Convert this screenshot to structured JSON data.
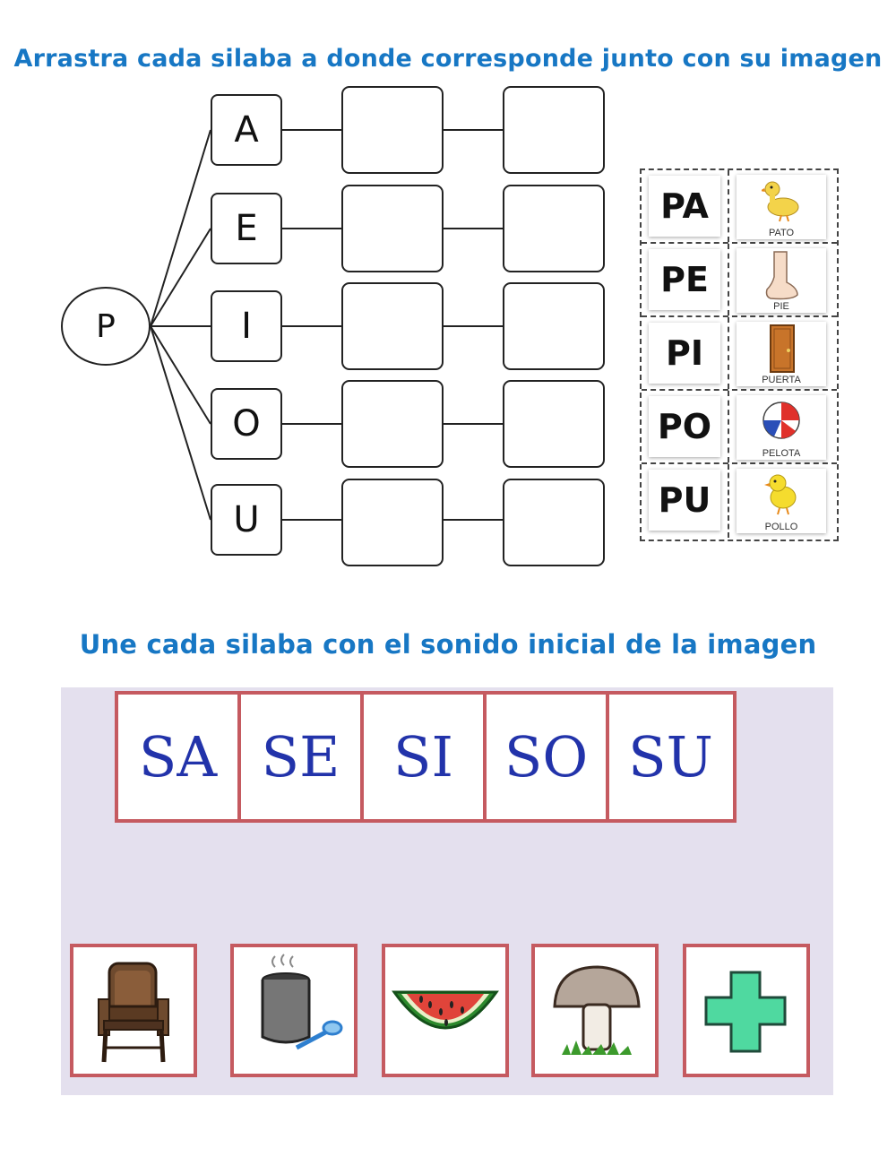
{
  "section1": {
    "title": "Arrastra cada silaba a donde corresponde junto con su imagen",
    "root_letter": "P",
    "vowels": [
      "A",
      "E",
      "I",
      "O",
      "U"
    ],
    "cards": [
      {
        "syllable": "PA",
        "word": "PATO",
        "icon": "duck-icon"
      },
      {
        "syllable": "PE",
        "word": "PIE",
        "icon": "foot-icon"
      },
      {
        "syllable": "PI",
        "word": "PUERTA",
        "icon": "door-icon"
      },
      {
        "syllable": "PO",
        "word": "PELOTA",
        "icon": "ball-icon"
      },
      {
        "syllable": "PU",
        "word": "POLLO",
        "icon": "chick-icon"
      }
    ]
  },
  "section2": {
    "title": "Une cada silaba con el sonido inicial de la imagen",
    "syllables": [
      "SA",
      "SE",
      "SI",
      "SO",
      "SU"
    ],
    "images": [
      "armchair-icon",
      "pot-icon",
      "watermelon-icon",
      "mushroom-icon",
      "cross-icon"
    ]
  },
  "colors": {
    "title": "#1777c4",
    "syllable_text": "#2233aa",
    "box_border": "#c55a60",
    "panel_background": "#e4e0ee"
  }
}
